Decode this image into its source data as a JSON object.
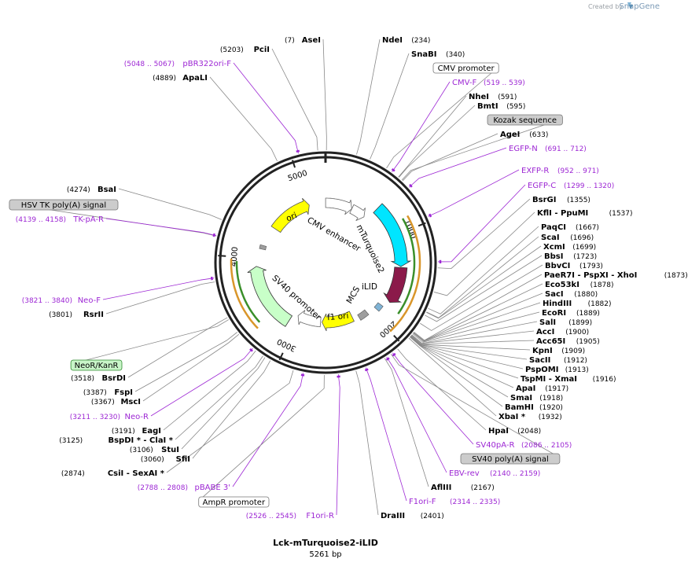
{
  "credit": {
    "prefix": "Created by",
    "brand": "SnapGene"
  },
  "plasmid": {
    "name": "Lck-mTurquoise2-iLID",
    "size_text": "5261 bp",
    "length": 5261
  },
  "tick_labels": [
    "1000",
    "2000",
    "3000",
    "4000",
    "5000"
  ],
  "features": [
    {
      "name": "CMV enhancer",
      "start": 1,
      "end": 380,
      "type": "promoter-outline"
    },
    {
      "name": "CMV promoter",
      "start": 381,
      "end": 585,
      "type": "promoter-outline"
    },
    {
      "name": "mTurquoise2",
      "start": 640,
      "end": 1360,
      "type": "cds",
      "color": "#00e5ff"
    },
    {
      "name": "iLID",
      "start": 1370,
      "end": 1780,
      "type": "cds",
      "color": "#8b1a4a"
    },
    {
      "name": "MCS",
      "start": 1860,
      "end": 1935,
      "type": "misc",
      "color": "#7fb3d5"
    },
    {
      "name": "SV40 poly(A) signal",
      "start": 2050,
      "end": 2171,
      "type": "misc",
      "color": "#9e9e9e"
    },
    {
      "name": "f1 ori",
      "start": 2250,
      "end": 2680,
      "type": "origin",
      "color": "#ffff00"
    },
    {
      "name": "SV40 promoter",
      "start": 2700,
      "end": 3030,
      "type": "promoter-outline"
    },
    {
      "name": "NeoR/KanR",
      "start": 3100,
      "end": 3900,
      "type": "cds",
      "color": "#c8ffc8"
    },
    {
      "name": "HSV TK poly(A) signal",
      "start": 4120,
      "end": 4170,
      "type": "misc",
      "color": "#9e9e9e"
    },
    {
      "name": "ori",
      "start": 4440,
      "end": 5030,
      "type": "origin",
      "color": "#ffff00"
    }
  ],
  "left_labels": [
    {
      "pos": "(7)",
      "name": "AseI",
      "kind": "enzyme",
      "at": 7
    },
    {
      "pos": "(5203)",
      "name": "PciI",
      "kind": "enzyme",
      "at": 5203
    },
    {
      "pos": "(5048 .. 5067)",
      "name": "pBR322ori-F",
      "kind": "primer",
      "at": 5057
    },
    {
      "pos": "(4889)",
      "name": "ApaLI",
      "kind": "enzyme",
      "at": 4889
    },
    {
      "pos": "(4274)",
      "name": "BsaI",
      "kind": "enzyme",
      "at": 4274
    },
    {
      "pos": "",
      "name": "HSV TK poly(A) signal",
      "kind": "feature",
      "at": 4145
    },
    {
      "pos": "(4139 .. 4158)",
      "name": "TK-pA-R",
      "kind": "primer",
      "at": 4148
    },
    {
      "pos": "(3821 .. 3840)",
      "name": "Neo-F",
      "kind": "primer",
      "at": 3830
    },
    {
      "pos": "(3801)",
      "name": "RsrII",
      "kind": "enzyme",
      "at": 3801
    },
    {
      "pos": "",
      "name": "NeoR/KanR",
      "kind": "feature-green",
      "at": 3500
    },
    {
      "pos": "(3518)",
      "name": "BsrDI",
      "kind": "enzyme",
      "at": 3518
    },
    {
      "pos": "(3387)",
      "name": "FspI",
      "kind": "enzyme",
      "at": 3387
    },
    {
      "pos": "(3367)",
      "name": "MscI",
      "kind": "enzyme",
      "at": 3367
    },
    {
      "pos": "(3211 .. 3230)",
      "name": "Neo-R",
      "kind": "primer",
      "at": 3220
    },
    {
      "pos": "(3191)",
      "name": "EagI",
      "kind": "enzyme",
      "at": 3191
    },
    {
      "pos": "(3125)",
      "name": "BspDI * - ClaI *",
      "kind": "enzyme",
      "at": 3125
    },
    {
      "pos": "(3106)",
      "name": "StuI",
      "kind": "enzyme",
      "at": 3106
    },
    {
      "pos": "(3060)",
      "name": "SfiI",
      "kind": "enzyme",
      "at": 3060
    },
    {
      "pos": "(2874)",
      "name": "CsiI - SexAI *",
      "kind": "enzyme",
      "at": 2874
    },
    {
      "pos": "(2788 .. 2808)",
      "name": "pBABE 3'",
      "kind": "primer",
      "at": 2798
    },
    {
      "pos": "",
      "name": "AmpR promoter",
      "kind": "feature",
      "at": 2640
    },
    {
      "pos": "(2526 .. 2545)",
      "name": "F1ori-R",
      "kind": "primer",
      "at": 2535
    }
  ],
  "right_labels": [
    {
      "pos": "(234)",
      "name": "NdeI",
      "kind": "enzyme",
      "at": 234
    },
    {
      "pos": "(340)",
      "name": "SnaBI",
      "kind": "enzyme",
      "at": 340
    },
    {
      "pos": "",
      "name": "CMV promoter",
      "kind": "feature",
      "at": 480
    },
    {
      "pos": "(519 .. 539)",
      "name": "CMV-F",
      "kind": "primer",
      "at": 529
    },
    {
      "pos": "(591)",
      "name": "NheI",
      "kind": "enzyme",
      "at": 591
    },
    {
      "pos": "(595)",
      "name": "BmtI",
      "kind": "enzyme",
      "at": 595
    },
    {
      "pos": "",
      "name": "Kozak sequence",
      "kind": "feature",
      "at": 625
    },
    {
      "pos": "(633)",
      "name": "AgeI",
      "kind": "enzyme",
      "at": 633
    },
    {
      "pos": "(691 .. 712)",
      "name": "EGFP-N",
      "kind": "primer",
      "at": 701
    },
    {
      "pos": "(952 .. 971)",
      "name": "EXFP-R",
      "kind": "primer",
      "at": 961
    },
    {
      "pos": "(1299 .. 1320)",
      "name": "EGFP-C",
      "kind": "primer",
      "at": 1309
    },
    {
      "pos": "(1355)",
      "name": "BsrGI",
      "kind": "enzyme",
      "at": 1355
    },
    {
      "pos": "(1537)",
      "name": "KflI - PpuMI",
      "kind": "enzyme",
      "at": 1537
    },
    {
      "pos": "(1667)",
      "name": "PaqCI",
      "kind": "enzyme",
      "at": 1667
    },
    {
      "pos": "(1696)",
      "name": "ScaI",
      "kind": "enzyme",
      "at": 1696
    },
    {
      "pos": "(1699)",
      "name": "XcmI",
      "kind": "enzyme",
      "at": 1699
    },
    {
      "pos": "(1723)",
      "name": "BbsI",
      "kind": "enzyme",
      "at": 1723
    },
    {
      "pos": "(1793)",
      "name": "BbvCI",
      "kind": "enzyme",
      "at": 1793
    },
    {
      "pos": "(1873)",
      "name": "PaeR7I - PspXI - XhoI",
      "kind": "enzyme",
      "at": 1873
    },
    {
      "pos": "(1878)",
      "name": "Eco53kI",
      "kind": "enzyme",
      "at": 1878
    },
    {
      "pos": "(1880)",
      "name": "SacI",
      "kind": "enzyme",
      "at": 1880
    },
    {
      "pos": "(1882)",
      "name": "HindIII",
      "kind": "enzyme",
      "at": 1882
    },
    {
      "pos": "(1889)",
      "name": "EcoRI",
      "kind": "enzyme",
      "at": 1889
    },
    {
      "pos": "(1899)",
      "name": "SalI",
      "kind": "enzyme",
      "at": 1899
    },
    {
      "pos": "(1900)",
      "name": "AccI",
      "kind": "enzyme",
      "at": 1900
    },
    {
      "pos": "(1905)",
      "name": "Acc65I",
      "kind": "enzyme",
      "at": 1905
    },
    {
      "pos": "(1909)",
      "name": "KpnI",
      "kind": "enzyme",
      "at": 1909
    },
    {
      "pos": "(1912)",
      "name": "SacII",
      "kind": "enzyme",
      "at": 1912
    },
    {
      "pos": "(1913)",
      "name": "PspOMI",
      "kind": "enzyme",
      "at": 1913
    },
    {
      "pos": "(1916)",
      "name": "TspMI - XmaI",
      "kind": "enzyme",
      "at": 1916
    },
    {
      "pos": "(1917)",
      "name": "ApaI",
      "kind": "enzyme",
      "at": 1917
    },
    {
      "pos": "(1918)",
      "name": "SmaI",
      "kind": "enzyme",
      "at": 1918
    },
    {
      "pos": "(1920)",
      "name": "BamHI",
      "kind": "enzyme",
      "at": 1920
    },
    {
      "pos": "(1932)",
      "name": "XbaI *",
      "kind": "enzyme",
      "at": 1932
    },
    {
      "pos": "(2048)",
      "name": "HpaI",
      "kind": "enzyme",
      "at": 2048
    },
    {
      "pos": "(2086 .. 2105)",
      "name": "SV40pA-R",
      "kind": "primer",
      "at": 2095
    },
    {
      "pos": "",
      "name": "SV40 poly(A) signal",
      "kind": "feature",
      "at": 2110
    },
    {
      "pos": "(2140 .. 2159)",
      "name": "EBV-rev",
      "kind": "primer",
      "at": 2150
    },
    {
      "pos": "(2167)",
      "name": "AflIII",
      "kind": "enzyme",
      "at": 2167
    },
    {
      "pos": "(2314 .. 2335)",
      "name": "F1ori-F",
      "kind": "primer",
      "at": 2324
    },
    {
      "pos": "(2401)",
      "name": "DraIII",
      "kind": "enzyme",
      "at": 2401
    }
  ]
}
